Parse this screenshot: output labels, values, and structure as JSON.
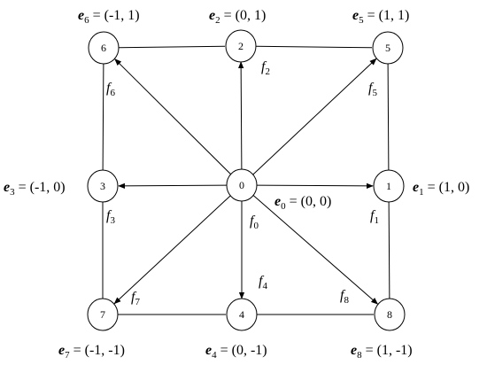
{
  "nodes": [
    {
      "id": "6",
      "label": "6"
    },
    {
      "id": "2",
      "label": "2"
    },
    {
      "id": "5",
      "label": "5"
    },
    {
      "id": "3",
      "label": "3"
    },
    {
      "id": "0",
      "label": "0"
    },
    {
      "id": "1",
      "label": "1"
    },
    {
      "id": "7",
      "label": "7"
    },
    {
      "id": "4",
      "label": "4"
    },
    {
      "id": "8",
      "label": "8"
    }
  ],
  "edges": [
    {
      "from": "6",
      "to": "2",
      "kind": "line"
    },
    {
      "from": "2",
      "to": "5",
      "kind": "line"
    },
    {
      "from": "6",
      "to": "3",
      "kind": "line"
    },
    {
      "from": "3",
      "to": "7",
      "kind": "line"
    },
    {
      "from": "7",
      "to": "4",
      "kind": "line"
    },
    {
      "from": "4",
      "to": "8",
      "kind": "line"
    },
    {
      "from": "5",
      "to": "1",
      "kind": "line"
    },
    {
      "from": "1",
      "to": "8",
      "kind": "line"
    },
    {
      "from": "0",
      "to": "1",
      "kind": "arrow"
    },
    {
      "from": "0",
      "to": "2",
      "kind": "arrow"
    },
    {
      "from": "0",
      "to": "3",
      "kind": "arrow"
    },
    {
      "from": "0",
      "to": "4",
      "kind": "arrow"
    },
    {
      "from": "0",
      "to": "5",
      "kind": "arrow"
    },
    {
      "from": "0",
      "to": "6",
      "kind": "arrow"
    },
    {
      "from": "0",
      "to": "7",
      "kind": "arrow"
    },
    {
      "from": "0",
      "to": "8",
      "kind": "arrow"
    }
  ],
  "vectors": {
    "e0": {
      "sym": "e",
      "sub": "0",
      "val": " = (0, 0)"
    },
    "e1": {
      "sym": "e",
      "sub": "1",
      "val": " = (1, 0)"
    },
    "e2": {
      "sym": "e",
      "sub": "2",
      "val": " = (0, 1)"
    },
    "e3": {
      "sym": "e",
      "sub": "3",
      "val": " = (-1, 0)"
    },
    "e4": {
      "sym": "e",
      "sub": "4",
      "val": " = (0, -1)"
    },
    "e5": {
      "sym": "e",
      "sub": "5",
      "val": " = (1, 1)"
    },
    "e6": {
      "sym": "e",
      "sub": "6",
      "val": " = (-1, 1)"
    },
    "e7": {
      "sym": "e",
      "sub": "7",
      "val": " = (-1, -1)"
    },
    "e8": {
      "sym": "e",
      "sub": "8",
      "val": " = (1, -1)"
    }
  },
  "distributions": {
    "f0": {
      "sym": "f",
      "sub": "0"
    },
    "f1": {
      "sym": "f",
      "sub": "1"
    },
    "f2": {
      "sym": "f",
      "sub": "2"
    },
    "f3": {
      "sym": "f",
      "sub": "3"
    },
    "f4": {
      "sym": "f",
      "sub": "4"
    },
    "f5": {
      "sym": "f",
      "sub": "5"
    },
    "f6": {
      "sym": "f",
      "sub": "6"
    },
    "f7": {
      "sym": "f",
      "sub": "7"
    },
    "f8": {
      "sym": "f",
      "sub": "8"
    }
  }
}
